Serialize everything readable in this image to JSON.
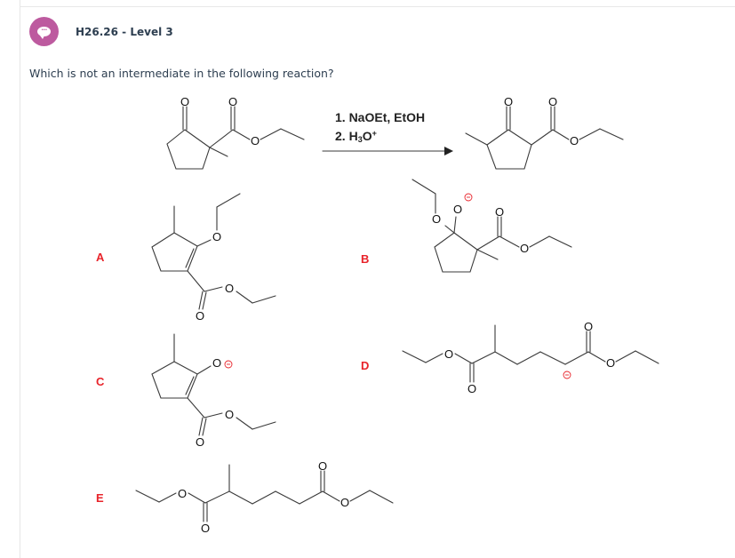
{
  "header": {
    "icon": "chat-bubble-icon",
    "accent_color": "#bd5a9f",
    "title": "H26.26 - Level 3"
  },
  "question": {
    "text": "Which is not an intermediate in the following reaction?"
  },
  "reaction": {
    "reactant": "ethyl 1-methyl-2-oxocyclopentanecarboxylate",
    "reagent_line1": "1. NaOEt, EtOH",
    "reagent_line2_prefix": "2. H",
    "reagent_line2_sub": "3",
    "reagent_line2_suffix": "O",
    "reagent_line2_sup": "+",
    "product": "ethyl 3-methyl-2-oxocyclopentanecarboxylate"
  },
  "options": [
    {
      "label": "A",
      "structure": "ethyl 2-ethoxy-3-methylcyclopent-1-enecarboxylate"
    },
    {
      "label": "B",
      "structure": "tetrahedral alkoxide (ethoxy, O-) on ring with methyl ester quaternary carbon"
    },
    {
      "label": "C",
      "structure": "enolate of ethyl 3-methyl-2-oxocyclopentanecarboxylate"
    },
    {
      "label": "D",
      "structure": "ester enolate carbanion of diethyl 2-methylhexanedioate"
    },
    {
      "label": "E",
      "structure": "diethyl 2-methylhexanedioate"
    }
  ],
  "atoms": {
    "O": "O",
    "neg": "−"
  },
  "colors": {
    "text": "#2d3e50",
    "option_label": "#e8232a",
    "charge": "#e8232a",
    "bond": "#333333"
  }
}
